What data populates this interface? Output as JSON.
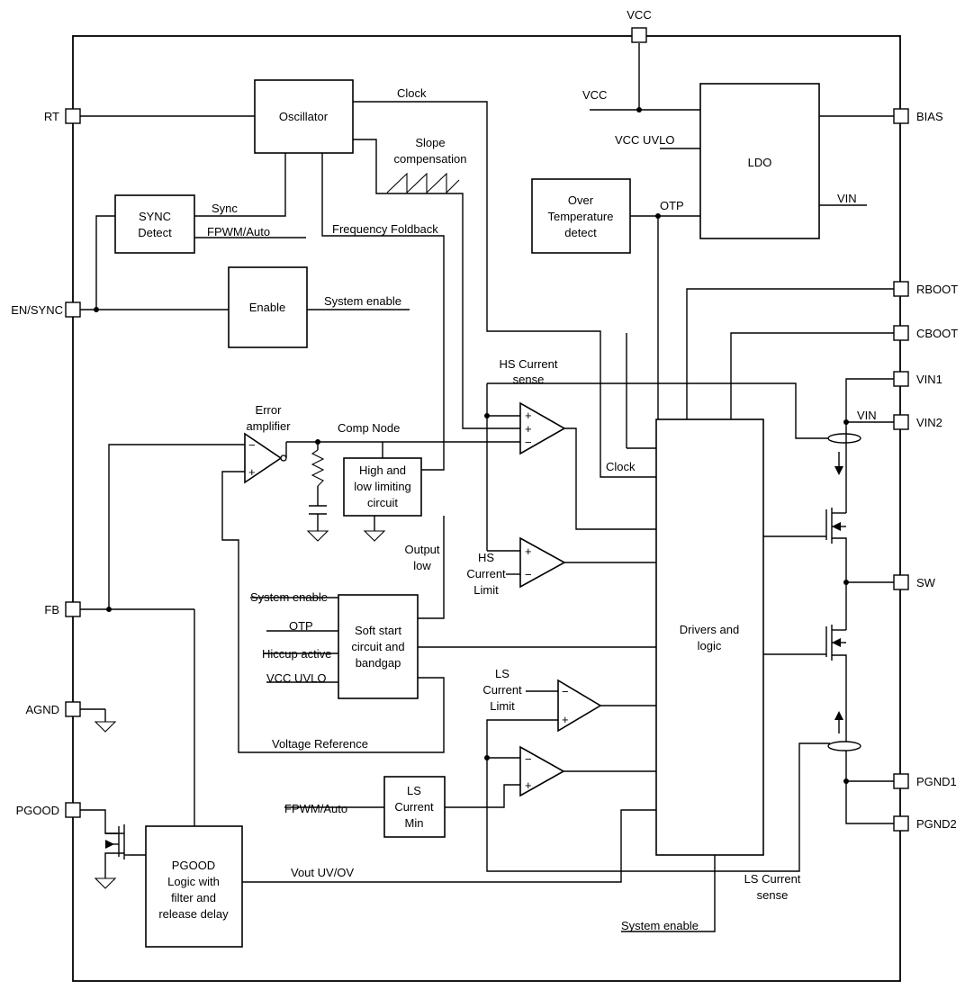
{
  "pins": {
    "vcc": "VCC",
    "rt": "RT",
    "en_sync": "EN/SYNC",
    "fb": "FB",
    "agnd": "AGND",
    "pgood": "PGOOD",
    "bias": "BIAS",
    "rboot": "RBOOT",
    "cboot": "CBOOT",
    "vin1": "VIN1",
    "vin2": "VIN2",
    "sw": "SW",
    "pgnd1": "PGND1",
    "pgnd2": "PGND2"
  },
  "blocks": {
    "oscillator": "Oscillator",
    "sync_detect": [
      "SYNC",
      "Detect"
    ],
    "enable": "Enable",
    "ldo": "LDO",
    "over_temp": [
      "Over",
      "Temperature",
      "detect"
    ],
    "limiting": [
      "High and",
      "low limiting",
      "circuit"
    ],
    "soft_start": [
      "Soft start",
      "circuit and",
      "bandgap"
    ],
    "ls_current_min": [
      "LS",
      "Current",
      "Min"
    ],
    "drivers": [
      "Drivers and",
      "logic"
    ],
    "pgood_logic": [
      "PGOOD",
      "Logic with",
      "filter and",
      "release delay"
    ]
  },
  "labels": {
    "clock_top": "Clock",
    "slope": [
      "Slope",
      "compensation"
    ],
    "vcc_in": "VCC",
    "vcc_uvlo": "VCC UVLO",
    "sync": "Sync",
    "fpwm_auto": "FPWM/Auto",
    "freq_foldback": "Frequency Foldback",
    "otp": "OTP",
    "vin_ldo": "VIN",
    "system_enable": "System enable",
    "hs_sense": [
      "HS Current",
      "sense"
    ],
    "error_amp": [
      "Error",
      "amplifier"
    ],
    "comp_node": "Comp Node",
    "clock_mid": "Clock",
    "vin_mid": "VIN",
    "hs_limit": [
      "HS",
      "Current",
      "Limit"
    ],
    "output_low": [
      "Output",
      "low"
    ],
    "ss_system_enable": "System enable",
    "ss_otp": "OTP",
    "hiccup": "Hiccup active",
    "ss_vcc_uvlo": "VCC UVLO",
    "ls_limit": [
      "LS",
      "Current",
      "Limit"
    ],
    "voltage_ref": "Voltage Reference",
    "fpwm_auto_low": "FPWM/Auto",
    "vout_uvov": "Vout UV/OV",
    "ls_sense": [
      "LS Current",
      "sense"
    ],
    "system_enable_bottom": "System enable"
  },
  "signs": {
    "plus": "+",
    "minus": "−"
  }
}
